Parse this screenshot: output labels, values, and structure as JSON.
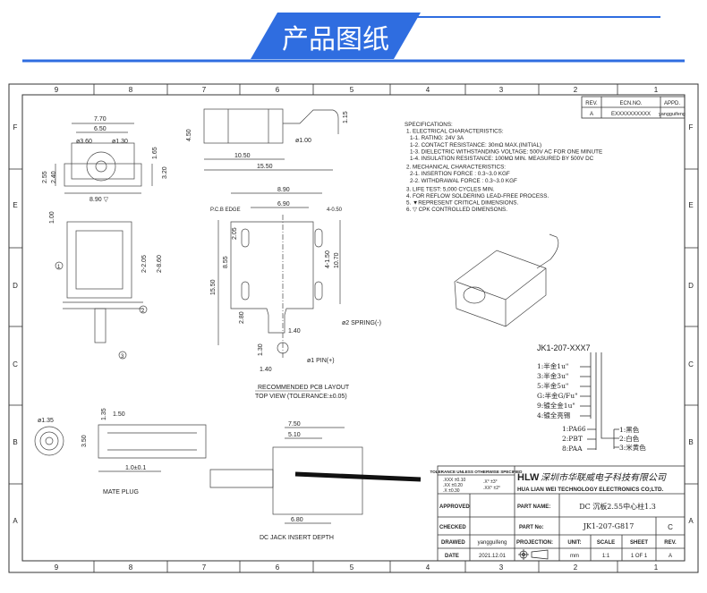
{
  "banner": {
    "title": "产品图纸",
    "accent": "#2f6de0"
  },
  "frame": {
    "columns": [
      "9",
      "8",
      "7",
      "6",
      "5",
      "4",
      "3",
      "2",
      "1"
    ],
    "rows": [
      "F",
      "E",
      "D",
      "C",
      "B",
      "A"
    ]
  },
  "revision": {
    "headers": [
      "REV.",
      "ECN.NO.",
      "APPD."
    ],
    "values": [
      "A",
      "EXXXXXXXXXX",
      "yangguifeng"
    ]
  },
  "specifications": [
    "SPECIFICATIONS:",
    "1. ELECTRICAL CHARACTERISTICS:",
    "1-1. RATING: 24V 3A",
    "1-2. CONTACT RESISTANCE: 30mΩ MAX.(INITIAL)",
    "1-3. DIELECTRIC WITHSTANDING VOLTAGE: 500V AC FOR ONE MINUTE",
    "1-4. INSULATION RESISTANCE: 100MΩ MIN. MEASURED BY 500V DC",
    "2. MECHANICAL CHARACTERISTICS:",
    "2-1. INSERTION FORCE : 0.3~3.0 KGF",
    "2-2. WITHDRAWAL FORCE : 0.3~3.0 KGF",
    "3. LIFE TEST: 5,000 CYCLES MIN.",
    "4. FOR REFLOW SOLDERING LEAD-FREE PROCESS.",
    "5. ▼REPRESENT CRITICAL DIMENSIONS.",
    "6. ▽ CPK CONTROLLED DIMENSONS."
  ],
  "part_code": {
    "code": "JK1-207-XXX7",
    "plating": [
      "1:半金1u\"",
      "3:半金3u\"",
      "5:半金5u\"",
      "G:半金G/Fu\"",
      "9:镀全金1u\"",
      "4:镀全亮锡"
    ],
    "material": [
      "1:PA66",
      "2:PBT",
      "8:PAA"
    ],
    "color": [
      "1:黑色",
      "2:白色",
      "3:米黄色"
    ]
  },
  "dimensions": {
    "front": [
      "7.70",
      "6.50",
      "ø3.60",
      "ø1.30",
      "1.65",
      "3.20",
      "2.55",
      "2.40",
      "8.90 ▽"
    ],
    "side": [
      "4.50",
      "1.15",
      "ø1.00",
      "10.50",
      "15.50"
    ],
    "left": [
      "1.00",
      "2-2.05",
      "2-8.60",
      "1",
      "2",
      "3"
    ],
    "pcb": [
      "8.90",
      "6.90",
      "P.C.B EDGE",
      "4-0.50",
      "2.05",
      "8.55",
      "15.50",
      "4-1.50",
      "10.70",
      "2.80",
      "1.40",
      "1.30",
      "1.40",
      "ø2 SPRING(-)",
      "ø1 PIN(+)"
    ],
    "pcb_title": "RECOMMENDED PCB LAYOUT",
    "pcb_subtitle": "TOP VIEW (TOLERANCE:±0.05)",
    "plug": [
      "ø1.35",
      "1.35",
      "1.50",
      "3.50",
      "1.0±0.1"
    ],
    "plug_title": "MATE PLUG",
    "insert": [
      "7.50",
      "5.10",
      "6.80"
    ],
    "insert_title": "DC JACK INSERT DEPTH"
  },
  "title_block": {
    "tolerance_title": "TOLERANCE UNLESS OTHERWISE SPECIFIED",
    "tolerances": [
      ".XXX ±0.10",
      ".XX ±0.20",
      ".X ±0.30",
      ".X° ±3°",
      ".XX° ±2°"
    ],
    "logo": "HLW",
    "company_cn": "深圳市华联威电子科技有限公司",
    "company_en": "HUA LIAN WEI TECHNOLOGY ELECTRONICS CO;LTD.",
    "approved_label": "APPROVED",
    "checked_label": "CHECKED",
    "drawed_label": "DRAWED",
    "drawed_value": "yangguifeng",
    "date_label": "DATE",
    "date_value": "2021.12.01",
    "part_name_label": "PART NAME:",
    "part_name_value": "DC 沉板2.55中心柱1.3",
    "part_no_label": "PART No:",
    "part_no_value": "JK1-207-G817",
    "part_no_rev": "C",
    "projection_label": "PROJECTION:",
    "unit_label": "UNIT:",
    "unit_value": "mm",
    "scale_label": "SCALE",
    "scale_value": "1:1",
    "sheet_label": "SHEET",
    "sheet_value": "1 OF 1",
    "rev_label": "REV.",
    "rev_value": "A"
  }
}
